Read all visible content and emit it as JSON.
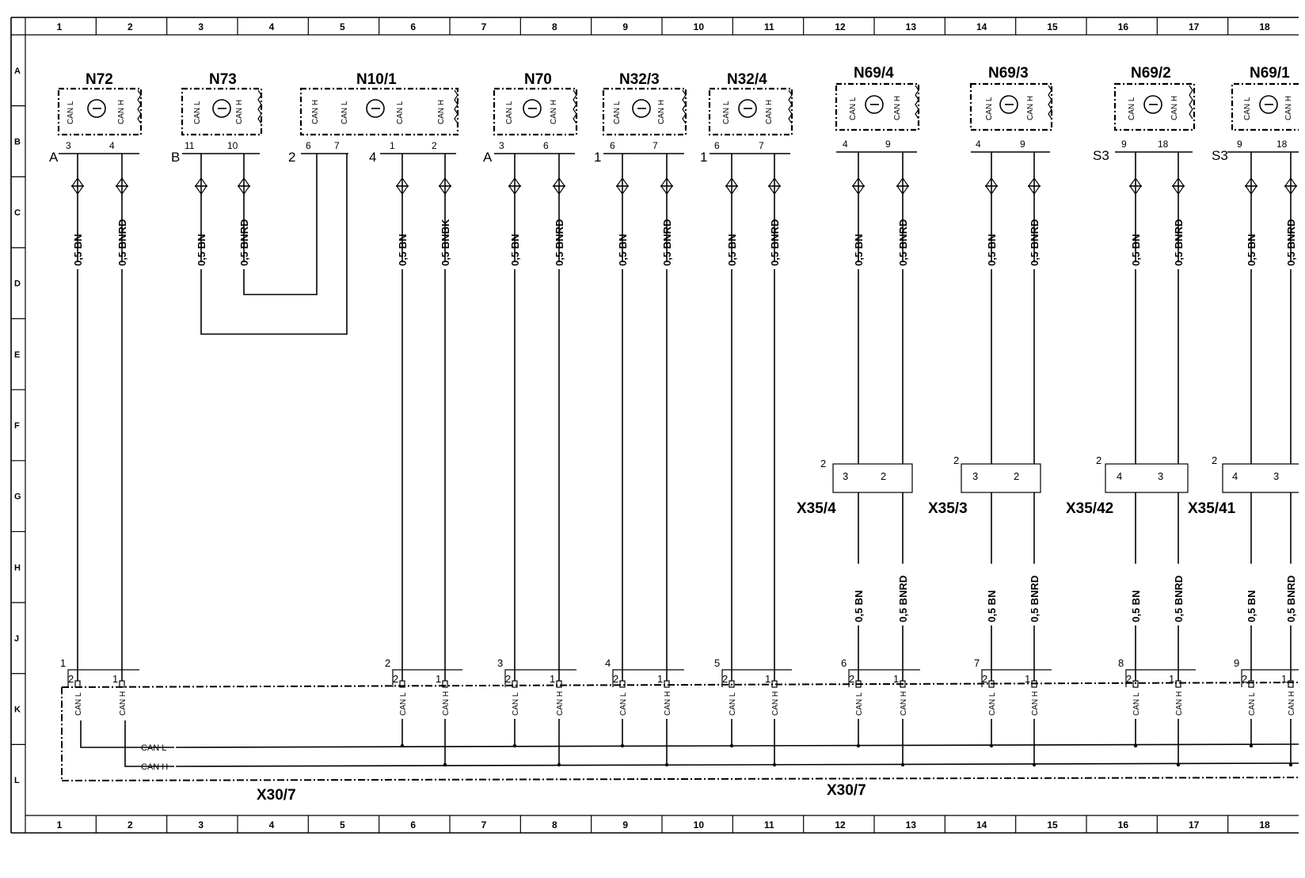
{
  "columns": [
    "1",
    "2",
    "3",
    "4",
    "5",
    "6",
    "7",
    "8",
    "9",
    "10",
    "11",
    "12",
    "13",
    "14",
    "15",
    "16",
    "17",
    "18"
  ],
  "rows": [
    "A",
    "B",
    "C",
    "D",
    "E",
    "F",
    "G",
    "H",
    "J",
    "K",
    "L"
  ],
  "modules": [
    {
      "id": "N72",
      "label": "N72",
      "pins": [
        {
          "num": "3",
          "sig": "CAN L"
        },
        {
          "num": "4",
          "sig": "CAN H"
        }
      ],
      "side": "A",
      "wires": [
        "0,5 BN",
        "0,5 BNRD"
      ]
    },
    {
      "id": "N73",
      "label": "N73",
      "pins": [
        {
          "num": "11",
          "sig": "CAN L"
        },
        {
          "num": "10",
          "sig": "CAN H"
        }
      ],
      "side": "B",
      "wires": [
        "0,5 BN",
        "0,5 BNRD"
      ]
    },
    {
      "id": "N10/1",
      "label": "N10/1",
      "pins": [
        {
          "num": "6",
          "sig": "CAN H"
        },
        {
          "num": "7",
          "sig": "CAN L"
        },
        {
          "num": "1",
          "sig": "CAN L"
        },
        {
          "num": "2",
          "sig": "CAN H"
        }
      ],
      "side": "2",
      "side2": "4",
      "wires": [
        "0,5 BN",
        "0,5 BNBK"
      ]
    },
    {
      "id": "N70",
      "label": "N70",
      "pins": [
        {
          "num": "3",
          "sig": "CAN L"
        },
        {
          "num": "6",
          "sig": "CAN H"
        }
      ],
      "side": "A",
      "wires": [
        "0,5 BN",
        "0,5 BNRD"
      ]
    },
    {
      "id": "N32/3",
      "label": "N32/3",
      "pins": [
        {
          "num": "6",
          "sig": "CAN L"
        },
        {
          "num": "7",
          "sig": "CAN H"
        }
      ],
      "side": "1",
      "wires": [
        "0,5 BN",
        "0,5 BNRD"
      ]
    },
    {
      "id": "N32/4",
      "label": "N32/4",
      "pins": [
        {
          "num": "6",
          "sig": "CAN L"
        },
        {
          "num": "7",
          "sig": "CAN H"
        }
      ],
      "side": "1",
      "wires": [
        "0,5 BN",
        "0,5 BNRD"
      ]
    },
    {
      "id": "N69/4",
      "label": "N69/4",
      "pins": [
        {
          "num": "4",
          "sig": "CAN L"
        },
        {
          "num": "9",
          "sig": "CAN H"
        }
      ],
      "side": "",
      "wires": [
        "0,5 BN",
        "0,5 BNRD"
      ]
    },
    {
      "id": "N69/3",
      "label": "N69/3",
      "pins": [
        {
          "num": "4",
          "sig": "CAN L"
        },
        {
          "num": "9",
          "sig": "CAN H"
        }
      ],
      "side": "",
      "wires": [
        "0,5 BN",
        "0,5 BNRD"
      ]
    },
    {
      "id": "N69/2",
      "label": "N69/2",
      "pins": [
        {
          "num": "9",
          "sig": "CAN L"
        },
        {
          "num": "18",
          "sig": "CAN H"
        }
      ],
      "side": "S3",
      "wires": [
        "0,5 BN",
        "0,5 BNRD"
      ]
    },
    {
      "id": "N69/1",
      "label": "N69/1",
      "pins": [
        {
          "num": "9",
          "sig": "CAN L"
        },
        {
          "num": "18",
          "sig": "CAN H"
        }
      ],
      "side": "S3",
      "wires": [
        "0,5 BN",
        "0,5 BNRD"
      ]
    }
  ],
  "door_connectors": [
    {
      "label": "X35/4",
      "side": "2",
      "pins": [
        "3",
        "2"
      ],
      "wires": [
        "0,5 BN",
        "0,5 BNRD"
      ]
    },
    {
      "label": "X35/3",
      "side": "2",
      "pins": [
        "3",
        "2"
      ],
      "wires": [
        "0,5 BN",
        "0,5 BNRD"
      ]
    },
    {
      "label": "X35/42",
      "side": "2",
      "pins": [
        "4",
        "3"
      ],
      "wires": [
        "0,5 BN",
        "0,5 BNRD"
      ]
    },
    {
      "label": "X35/41",
      "side": "2",
      "pins": [
        "4",
        "3"
      ],
      "wires": [
        "0,5 BN",
        "0,5 BNRD"
      ]
    }
  ],
  "bus_connector": {
    "label": "X30/7",
    "label2": "X30/7",
    "groups": [
      "1",
      "2",
      "3",
      "4",
      "5",
      "6",
      "7",
      "8",
      "9"
    ],
    "pins": [
      "2",
      "1"
    ],
    "pin_sigs": [
      "CAN L",
      "CAN H"
    ],
    "bus_lines": [
      "CAN L",
      "CAN H"
    ]
  }
}
